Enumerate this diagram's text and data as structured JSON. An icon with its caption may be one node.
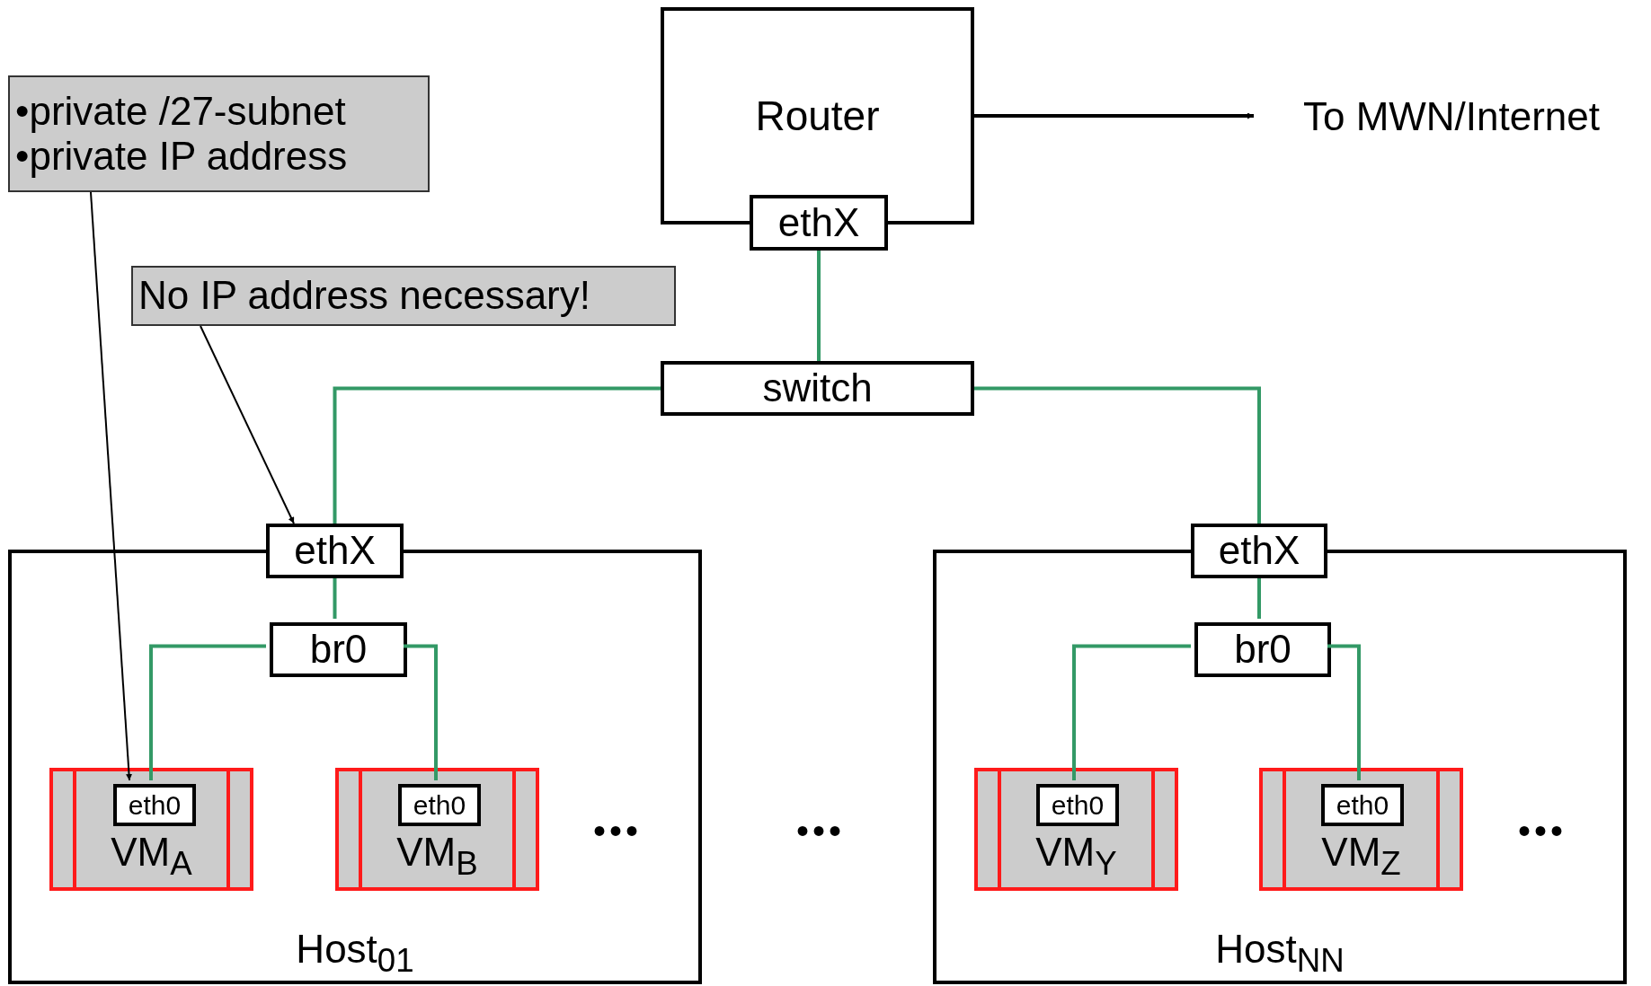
{
  "diagram": {
    "nodes": [
      {
        "text": [
          "Router"
        ]
      },
      {
        "text": [
          "ethX"
        ]
      },
      {
        "text": [
          "To MWN/Internet"
        ]
      },
      {
        "text": [
          "switch"
        ]
      },
      {
        "text": [
          "•private /27-subnet",
          "•private IP address"
        ]
      },
      {
        "text": [
          "No IP address necessary!"
        ]
      },
      {
        "text": [
          "Host$_{01}$"
        ]
      },
      {
        "text": [
          "ethX"
        ]
      },
      {
        "text": [
          "br0"
        ],
        "in": 6
      },
      {
        "text": [
          "VM$_{A}$"
        ],
        "in": 6
      },
      {
        "text": [
          "eth0"
        ],
        "in": 9
      },
      {
        "text": [
          "VM$_{B}$"
        ],
        "in": 6
      },
      {
        "text": [
          "eth0"
        ],
        "in": 11
      },
      {
        "text": [
          "Host$_{NN}$"
        ]
      },
      {
        "text": [
          "ethX"
        ]
      },
      {
        "text": [
          "br0"
        ],
        "in": 13
      },
      {
        "text": [
          "VM$_{Y}$"
        ],
        "in": 13
      },
      {
        "text": [
          "eth0"
        ],
        "in": 16
      },
      {
        "text": [
          "VM$_{Z}$"
        ],
        "in": 13
      },
      {
        "text": [
          "eth0"
        ],
        "in": 18
      }
    ],
    "edges": [
      {
        "from": 0,
        "to": 2,
        "arrow": "to",
        "color": "#000000"
      },
      {
        "from": 1,
        "to": 3,
        "arrow": "none"
      },
      {
        "from": 3,
        "to": 7,
        "arrow": "none"
      },
      {
        "from": 3,
        "to": 14,
        "arrow": "none"
      },
      {
        "from": 7,
        "to": 8,
        "arrow": "none"
      },
      {
        "from": 8,
        "to": 10,
        "arrow": "none"
      },
      {
        "from": 8,
        "to": 12,
        "arrow": "none"
      },
      {
        "from": 14,
        "to": 15,
        "arrow": "none"
      },
      {
        "from": 15,
        "to": 17,
        "arrow": "none"
      },
      {
        "from": 15,
        "to": 19,
        "arrow": "none"
      },
      {
        "from": 4,
        "to": 10,
        "arrow": "to",
        "color": "#000000"
      },
      {
        "from": 5,
        "to": 7,
        "arrow": "to",
        "color": "#000000"
      }
    ],
    "labels": [
      "•••",
      "•••",
      "•••"
    ]
  }
}
